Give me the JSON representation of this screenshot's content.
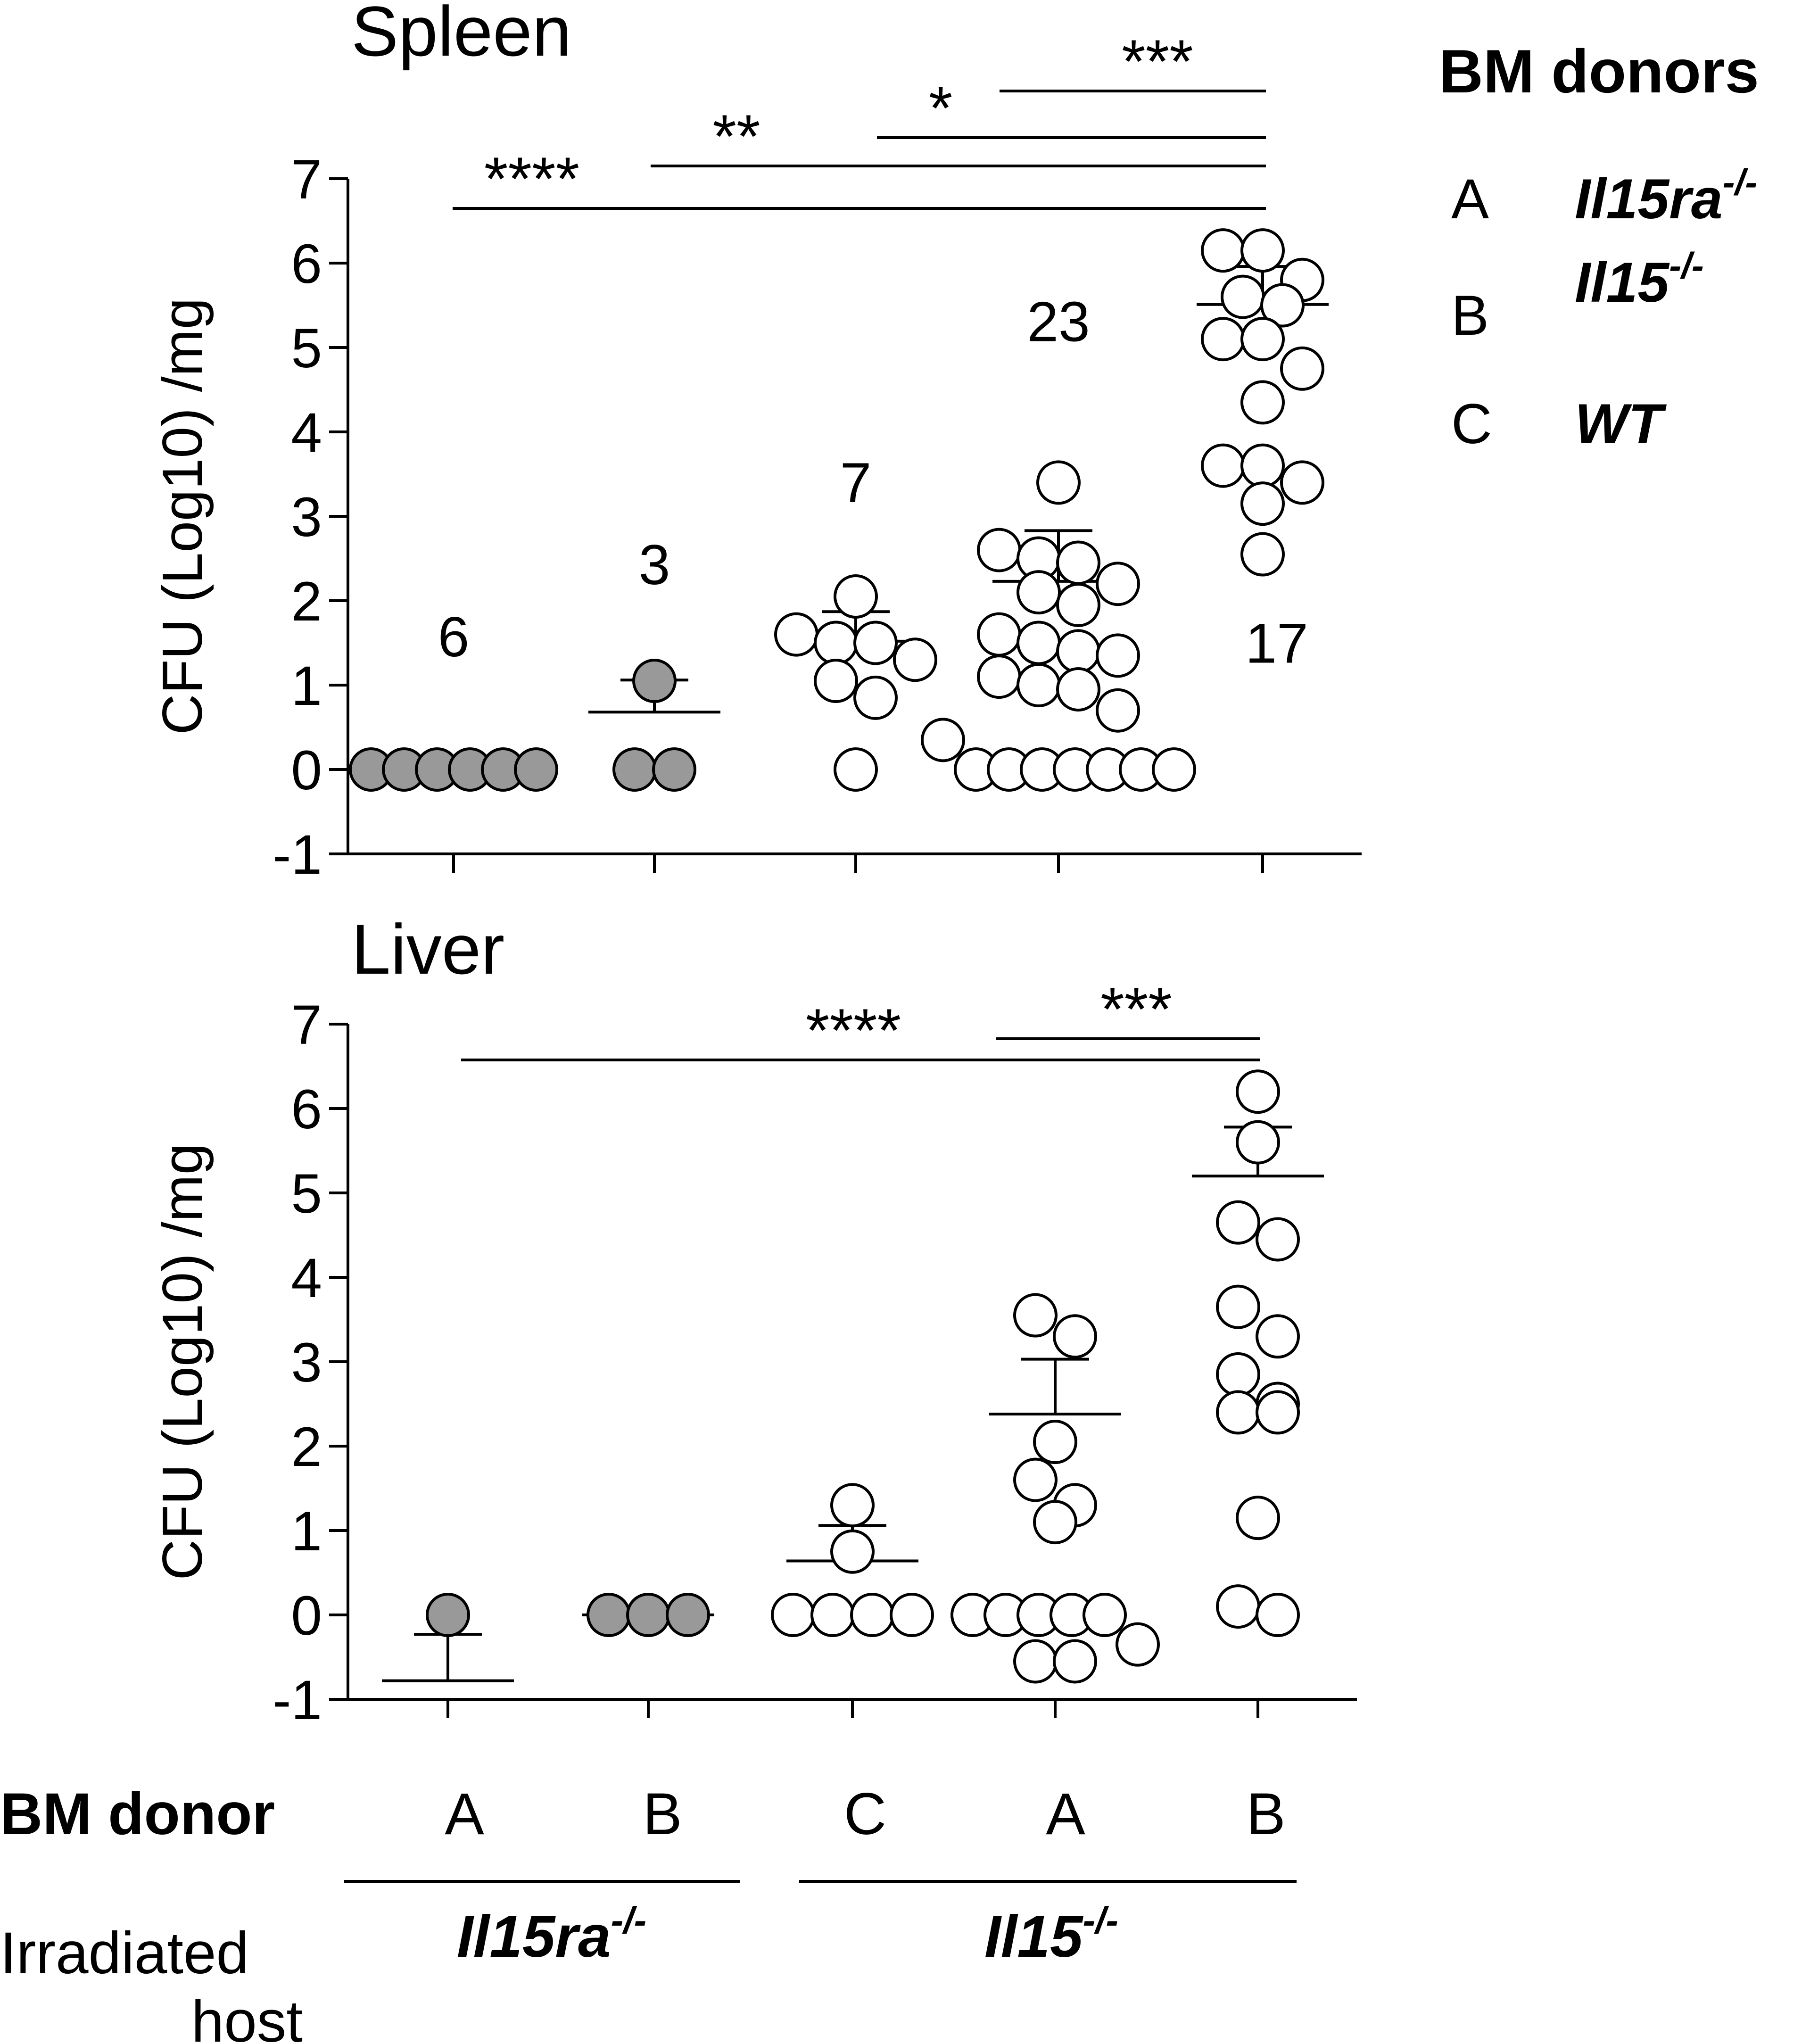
{
  "chart_data": [
    {
      "type": "scatter",
      "title": "Spleen",
      "ylabel": "CFU  (Log10) /mg",
      "ylim": [
        -1,
        7
      ],
      "yticks": [
        "-1",
        "0",
        "1",
        "2",
        "3",
        "4",
        "5",
        "6",
        "7"
      ],
      "groups": [
        {
          "bm_donor": "A",
          "host": "Il15ra-/-",
          "fill": "#999999",
          "values": [
            0,
            0,
            0,
            0,
            0,
            0
          ],
          "mean": 0,
          "sem": 0,
          "count_label": "6"
        },
        {
          "bm_donor": "B",
          "host": "Il15ra-/-",
          "fill": "#999999",
          "values": [
            0,
            1.05,
            0
          ],
          "mean": 0.68,
          "sem": 0.38,
          "count_label": "3"
        },
        {
          "bm_donor": "C",
          "host": "Il15-/-",
          "fill": "#ffffff",
          "values": [
            2.05,
            1.6,
            1.5,
            1.5,
            1.3,
            1.05,
            0.85,
            0
          ],
          "mean": 1.52,
          "sem": 0.35,
          "count_label": "7"
        },
        {
          "bm_donor": "A",
          "host": "Il15-/-",
          "fill": "#ffffff",
          "values": [
            3.4,
            2.6,
            2.5,
            2.45,
            2.2,
            2.1,
            1.95,
            1.6,
            1.5,
            1.4,
            1.35,
            1.1,
            1.0,
            0.95,
            0.7,
            0.35,
            0,
            0,
            0,
            0,
            0,
            0,
            0
          ],
          "mean": 2.23,
          "sem": 0.6,
          "count_label": "23"
        },
        {
          "bm_donor": "B",
          "host": "Il15-/-",
          "fill": "#ffffff",
          "values": [
            6.15,
            6.15,
            5.8,
            5.6,
            5.5,
            5.1,
            5.1,
            4.75,
            4.35,
            3.6,
            3.6,
            3.4,
            3.15,
            2.55
          ],
          "mean": 5.51,
          "sem": 0.45,
          "count_label": "17"
        }
      ],
      "significance": [
        {
          "from": 1,
          "to": 5,
          "label": "****"
        },
        {
          "from": 2,
          "to": 5,
          "label": "**"
        },
        {
          "from": 3,
          "to": 5,
          "label": "*"
        },
        {
          "from": 4,
          "to": 5,
          "label": "***"
        }
      ]
    },
    {
      "type": "scatter",
      "title": "Liver",
      "ylabel": "CFU  (Log10) /mg",
      "ylim": [
        -1,
        7
      ],
      "yticks": [
        "-1",
        "0",
        "1",
        "2",
        "3",
        "4",
        "5",
        "6",
        "7"
      ],
      "groups": [
        {
          "bm_donor": "A",
          "host": "Il15ra-/-",
          "fill": "#999999",
          "values": [
            0
          ],
          "mean": -0.78,
          "sem": 0.55
        },
        {
          "bm_donor": "B",
          "host": "Il15ra-/-",
          "fill": "#999999",
          "values": [
            0,
            0,
            0
          ],
          "mean": 0,
          "sem": 0
        },
        {
          "bm_donor": "C",
          "host": "Il15-/-",
          "fill": "#ffffff",
          "values": [
            1.3,
            0.75,
            0,
            0,
            0,
            0
          ],
          "mean": 0.64,
          "sem": 0.42
        },
        {
          "bm_donor": "A",
          "host": "Il15-/-",
          "fill": "#ffffff",
          "values": [
            3.55,
            3.3,
            2.05,
            1.6,
            1.3,
            1.1,
            0,
            0,
            0,
            0,
            0,
            -0.35,
            -0.55,
            -0.55
          ],
          "mean": 2.38,
          "sem": 0.65
        },
        {
          "bm_donor": "B",
          "host": "Il15-/-",
          "fill": "#ffffff",
          "values": [
            6.2,
            5.6,
            4.65,
            4.45,
            3.65,
            3.3,
            2.85,
            2.5,
            2.4,
            2.4,
            1.15,
            0.1,
            0
          ],
          "mean": 5.2,
          "sem": 0.58
        }
      ],
      "significance": [
        {
          "from": 1,
          "to": 5,
          "label": "****"
        },
        {
          "from": 4,
          "to": 5,
          "label": "***"
        }
      ]
    }
  ],
  "legend": {
    "title": "BM donors",
    "items": [
      {
        "letter": "A",
        "main": "Il15ra",
        "sup": "-/-"
      },
      {
        "letter": "B",
        "main": "Il15",
        "sup": "-/-"
      },
      {
        "letter": "C",
        "main": "WT",
        "sup": ""
      }
    ]
  },
  "xaxis": {
    "bm_donor_label": "BM donor",
    "bm_donor_letters": [
      "A",
      "B",
      "C",
      "A",
      "B"
    ],
    "host_label_line1": "Irradiated",
    "host_label_line2": "host",
    "hosts": [
      {
        "main": "Il15ra",
        "sup": "-/-"
      },
      {
        "main": "Il15",
        "sup": "-/-"
      }
    ]
  }
}
